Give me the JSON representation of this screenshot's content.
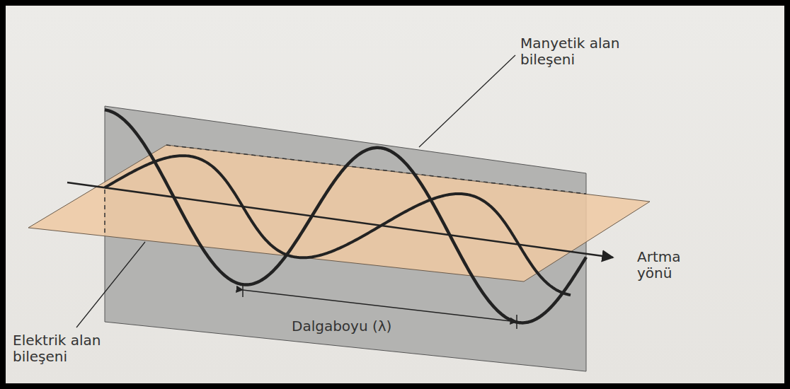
{
  "diagram": {
    "labels": [
      "Manyetik alan bileşeni",
      "Artma yönü",
      "Dalgaboyu (λ)",
      "Elektrik alan bileşeni"
    ]
  }
}
